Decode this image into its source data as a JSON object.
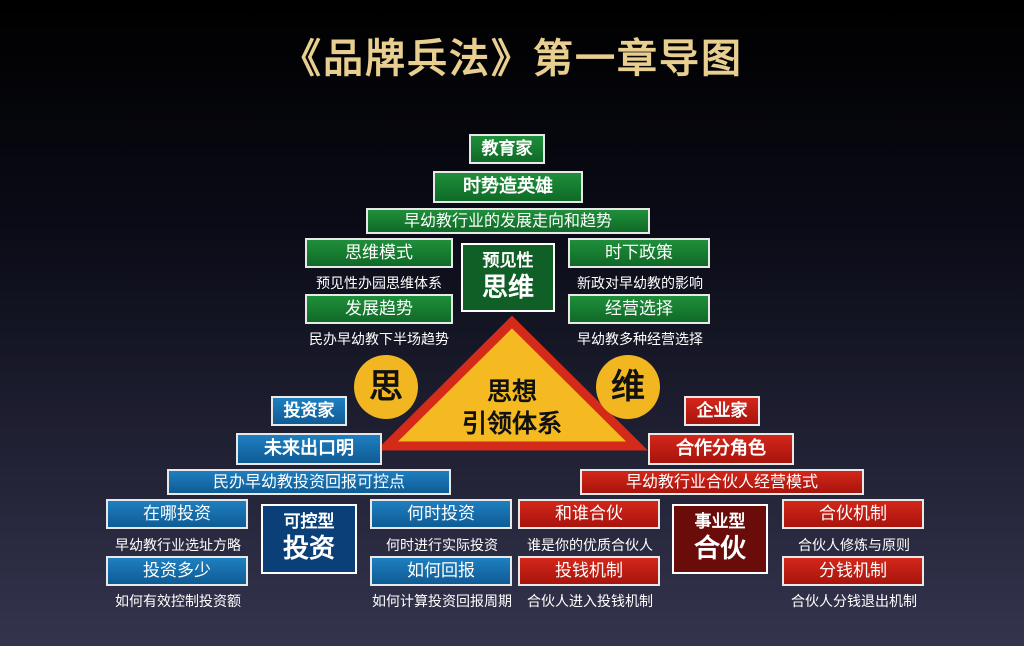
{
  "title": "《品牌兵法》第一章导图",
  "top": {
    "educator": "教育家",
    "era": "时势造英雄",
    "trend": "早幼教行业的发展走向和趋势",
    "core_small": "预见性",
    "core_large": "思维",
    "left1": "思维模式",
    "left1_cap": "预见性办园思维体系",
    "left2": "发展趋势",
    "left2_cap": "民办早幼教下半场趋势",
    "right1": "时下政策",
    "right1_cap": "新政对早幼教的影响",
    "right2": "经营选择",
    "right2_cap": "早幼教多种经营选择"
  },
  "center": {
    "circle_left": "思",
    "circle_right": "维",
    "line1": "思想",
    "line2": "引领体系"
  },
  "left": {
    "investor": "投资家",
    "future": "未来出口明",
    "points": "民办早幼教投资回报可控点",
    "core_small": "可控型",
    "core_large": "投资",
    "a1": "在哪投资",
    "a1_cap": "早幼教行业选址方略",
    "a2": "投资多少",
    "a2_cap": "如何有效控制投资额",
    "b1": "何时投资",
    "b1_cap": "何时进行实际投资",
    "b2": "如何回报",
    "b2_cap": "如何计算投资回报周期"
  },
  "right": {
    "entrepreneur": "企业家",
    "role": "合作分角色",
    "model": "早幼教行业合伙人经营模式",
    "core_small": "事业型",
    "core_large": "合伙",
    "a1": "和谁合伙",
    "a1_cap": "谁是你的优质合伙人",
    "a2": "投钱机制",
    "a2_cap": "合伙人进入投钱机制",
    "b1": "合伙机制",
    "b1_cap": "合伙人修炼与原则",
    "b2": "分钱机制",
    "b2_cap": "合伙人分钱退出机制"
  },
  "colors": {
    "title": "#e8cf8f",
    "green": "#1a8a35",
    "blue": "#1873b3",
    "red": "#c81e14",
    "gold": "#f2b620",
    "triangle": "#f5b922",
    "triangle_border": "#d42a1a"
  }
}
